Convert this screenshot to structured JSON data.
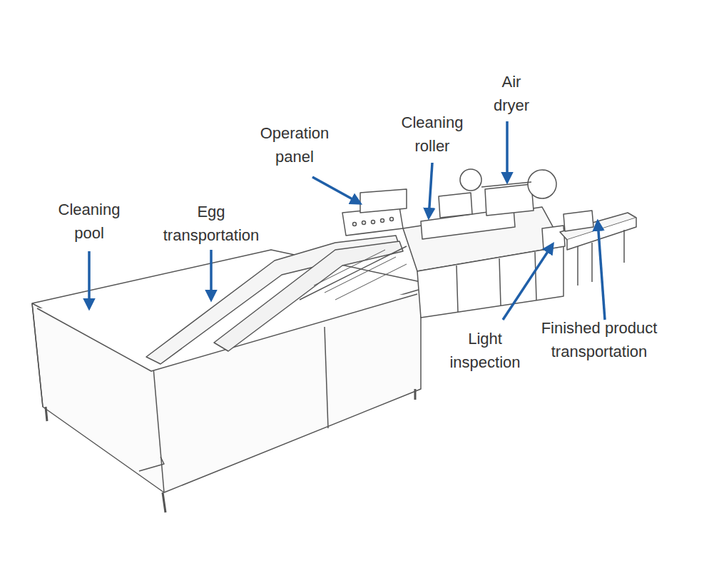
{
  "diagram": {
    "labels": [
      "Cleaning pool",
      "Egg transportation",
      "Operation panel",
      "Cleaning roller",
      "Air dryer",
      "Light inspection",
      "Finished product transportation"
    ]
  }
}
